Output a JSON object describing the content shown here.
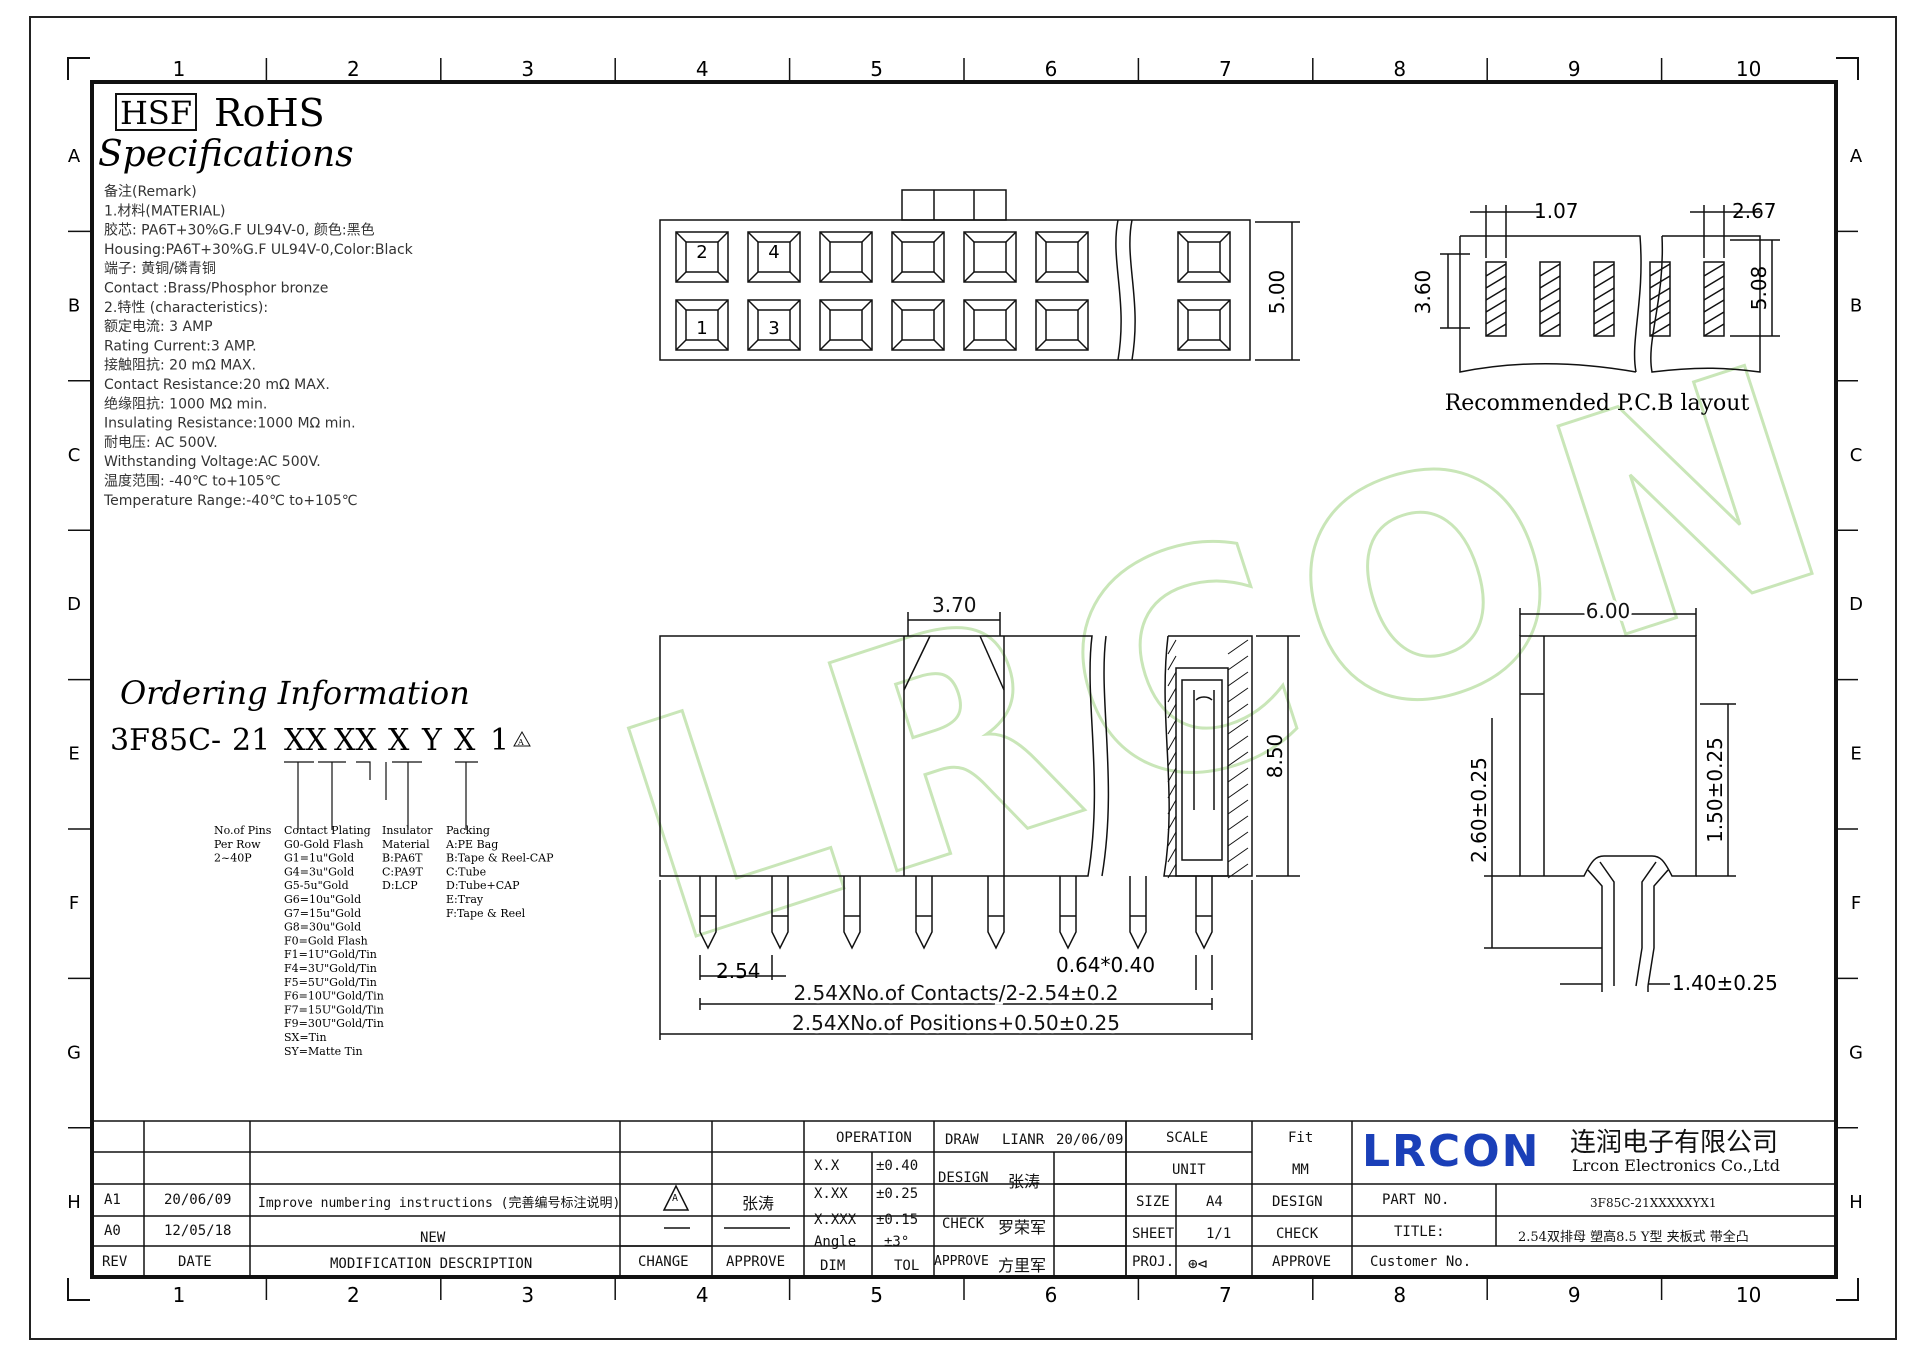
{
  "frame": {
    "columns": [
      "1",
      "2",
      "3",
      "4",
      "5",
      "6",
      "7",
      "8",
      "9",
      "10"
    ],
    "rows": [
      "A",
      "B",
      "C",
      "D",
      "E",
      "F",
      "G",
      "H"
    ]
  },
  "header": {
    "hsf": "HSF",
    "rohs": "RoHS",
    "title": "Specifications"
  },
  "specs": [
    "备注(Remark)",
    "1.材料(MATERIAL)",
    "胶芯: PA6T+30%G.F UL94V-0, 颜色:黑色",
    "Housing:PA6T+30%G.F UL94V-0,Color:Black",
    "端子: 黄铜/磷青铜",
    "Contact :Brass/Phosphor bronze",
    "2.特性 (characteristics):",
    "额定电流: 3 AMP",
    "Rating Current:3 AMP.",
    "接触阻抗: 20 mΩ MAX.",
    "Contact Resistance:20 mΩ MAX.",
    "绝缘阻抗: 1000 MΩ min.",
    "Insulating Resistance:1000 MΩ  min.",
    "耐电压: AC 500V.",
    "Withstanding Voltage:AC 500V.",
    "温度范围: -40℃ to+105℃",
    "Temperature Range:-40℃ to+105℃"
  ],
  "top_view": {
    "pins": [
      "2",
      "4",
      "1",
      "3"
    ],
    "dim_height": "5.00"
  },
  "pcb": {
    "dim_a": "1.07",
    "dim_b": "2.67",
    "dim_c": "3.60",
    "dim_d": "5.08",
    "caption": "Recommended P.C.B layout"
  },
  "ordering": {
    "title": "Ordering Information",
    "code": [
      "3F85C-",
      "21",
      "XX",
      "XX",
      "X",
      "Y",
      "X",
      "1"
    ],
    "rev_mark": "A",
    "pins_legend": [
      "No.of Pins",
      "Per Row",
      "2~40P"
    ],
    "plating_legend": [
      "Contact Plating",
      "G0-Gold Flash",
      "G1=1u\"Gold",
      "G4=3u\"Gold",
      "G5-5u\"Gold",
      "G6=10u\"Gold",
      "G7=15u\"Gold",
      "G8=30u\"Gold",
      "F0=Gold Flash",
      "F1=1U\"Gold/Tin",
      "F4=3U\"Gold/Tin",
      "F5=5U\"Gold/Tin",
      "F6=10U\"Gold/Tin",
      "F7=15U\"Gold/Tin",
      "F9=30U\"Gold/Tin",
      "SX=Tin",
      "SY=Matte Tin"
    ],
    "insulator_legend": [
      "Insulator",
      "Material",
      "B:PA6T",
      "C:PA9T",
      "D:LCP"
    ],
    "packing_legend": [
      "Packing",
      "A:PE Bag",
      "B:Tape & Reel-CAP",
      "C:Tube",
      "D:Tube+CAP",
      "E:Tray",
      "F:Tape & Reel"
    ]
  },
  "front_view": {
    "dim_top": "3.70",
    "dim_height": "8.50",
    "dim_pitch": "2.54",
    "dim_pin": "0.64*0.40",
    "dim_contacts": "2.54XNo.of Contacts/2-2.54±0.2",
    "dim_positions": "2.54XNo.of Positions+0.50±0.25"
  },
  "side_view": {
    "dim_width": "6.00",
    "dim_left": "2.60±0.25",
    "dim_right": "1.50±0.25",
    "dim_bottom": "1.40±0.25"
  },
  "watermark": "LRCON",
  "title_block": {
    "revisions": [
      {
        "rev": "A1",
        "date": "20/06/09",
        "desc": "Improve numbering instructions (完善编号标注说明)",
        "change": "A",
        "approve": "张涛"
      },
      {
        "rev": "A0",
        "date": "12/05/18",
        "desc": "NEW",
        "change": "",
        "approve": ""
      }
    ],
    "headers": {
      "rev": "REV",
      "date": "DATE",
      "desc": "MODIFICATION DESCRIPTION",
      "change": "CHANGE",
      "approve": "APPROVE"
    },
    "operation": "OPERATION",
    "tolerances": [
      {
        "k": "X.X",
        "v": "±0.40"
      },
      {
        "k": "X.XX",
        "v": "±0.25"
      },
      {
        "k": "X.XXX",
        "v": "±0.15"
      },
      {
        "k": "Angle",
        "v": "±3°"
      }
    ],
    "dim": "DIM",
    "tol": "TOL",
    "draw": "DRAW",
    "draw_by": "LIANR",
    "draw_date": "20/06/09",
    "design": "DESIGN",
    "design_by": "张涛",
    "check": "CHECK",
    "check_by": "罗荣军",
    "approve": "APPROVE",
    "approve_by": "方里军",
    "scale": "SCALE",
    "scale_val": "Fit",
    "unit": "UNIT",
    "unit_val": "MM",
    "size": "SIZE",
    "size_val": "A4",
    "size_design": "DESIGN",
    "sheet": "SHEET",
    "sheet_val": "1/1",
    "sheet_check": "CHECK",
    "proj": "PROJ.",
    "proj_approve": "APPROVE",
    "logo": "LRCON",
    "company_cn": "连润电子有限公司",
    "company_en": "Lrcon Electronics Co.,Ltd",
    "part_no_label": "PART NO.",
    "part_no": "3F85C-21XXXXXYX1",
    "title_label": "TITLE:",
    "title_val": "2.54双排母 塑高8.5 Y型 夹板式 带全凸",
    "customer_label": "Customer No."
  }
}
